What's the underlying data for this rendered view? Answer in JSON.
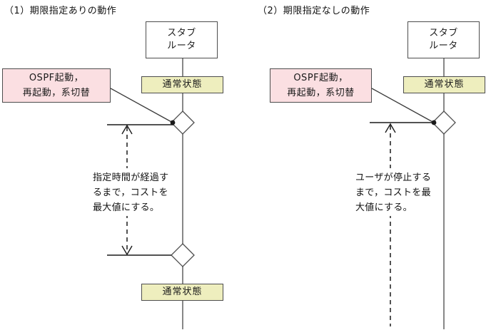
{
  "figure": {
    "background_color": "#ffffff",
    "line_color": "#4d4d4d",
    "event_box_color": "#fbdfe2",
    "state_box_color": "#eeeebe",
    "node_box_color": "#ffffff"
  },
  "panels": [
    {
      "id": "timed",
      "title": "（1）期限指定ありの動作",
      "node_label": "スタブ\nルータ",
      "event_label": "OSPF起動，\n再起動，系切替",
      "state_top_label": "通常状態",
      "state_bottom_label": "通常状態",
      "note": "指定時間が経過す\nるまで，コストを\n最大値にする。"
    },
    {
      "id": "untimed",
      "title": "（2）期限指定なしの動作",
      "node_label": "スタブ\nルータ",
      "event_label": "OSPF起動，\n再起動，系切替",
      "state_top_label": "通常状態",
      "note": "ユーザが停止する\nまで，コストを最\n大値にする。"
    }
  ]
}
